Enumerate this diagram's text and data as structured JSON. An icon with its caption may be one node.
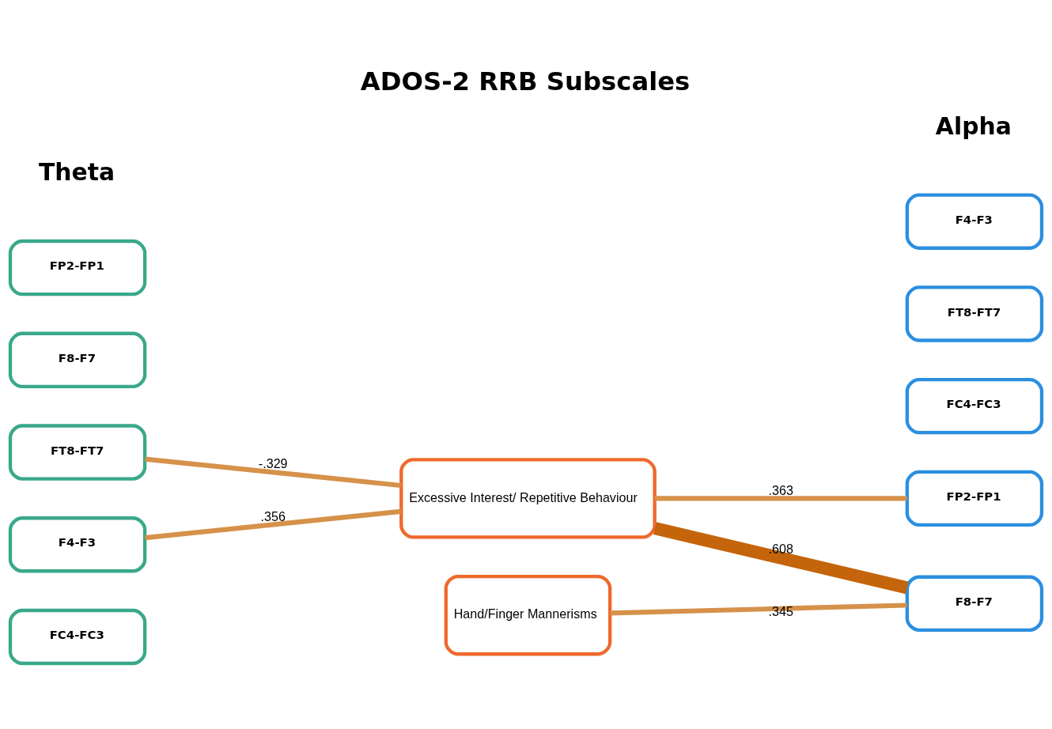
{
  "diagram": {
    "title": "ADOS-2 RRB Subscales",
    "nodes": [
      {
        "text": [
          "FP2-FP1"
        ]
      },
      {
        "text": [
          "F8-F7"
        ]
      },
      {
        "text": [
          "F4-F3"
        ]
      },
      {
        "text": [
          "FT8-FT7"
        ]
      },
      {
        "text": [
          "FC4-FC3"
        ]
      },
      {
        "text": [
          "Excessive Interest/ Repetitive Behaviour"
        ]
      },
      {
        "text": [
          "Hand/Finger Mannerisms"
        ]
      },
      {
        "text": [
          "FP2-FP1"
        ]
      },
      {
        "text": [
          "F8-F7"
        ]
      },
      {
        "text": [
          "F4-F3"
        ]
      },
      {
        "text": [
          "FT8-FT7"
        ]
      },
      {
        "text": [
          "FC4-FC3"
        ]
      }
    ],
    "edges": [
      {
        "from": 5,
        "to": 7,
        "arrow": "none",
        "label": ".363"
      },
      {
        "from": 5,
        "to": 8,
        "arrow": "none",
        "label": ".608",
        "style": "thick",
        "color": "#c4650c"
      },
      {
        "from": 6,
        "to": 8,
        "arrow": "none",
        "label": ".345"
      },
      {
        "from": 2,
        "to": 5,
        "arrow": "none",
        "label": ".356"
      },
      {
        "from": 3,
        "to": 5,
        "arrow": "none",
        "label": "-.329"
      }
    ],
    "labels": [
      "Theta",
      "Alpha"
    ]
  }
}
